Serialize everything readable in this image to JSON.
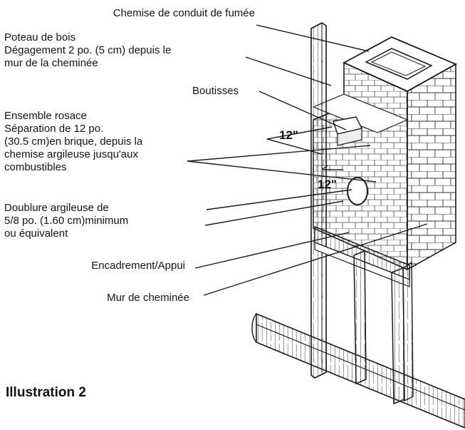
{
  "labels": {
    "flue_liner": "Chemise de conduit de fumée",
    "wood_stud": [
      "Poteau de bois",
      "Dégagement 2 po. (5 cm) depuis le",
      "mur de la cheminée"
    ],
    "headers": "Boutisses",
    "thimble": [
      "Ensemble rosace",
      "Séparation de 12 po.",
      "(30.5 cm)en brique, depuis la",
      "chemise argileuse jusqu'aux",
      "combustibles"
    ],
    "clay_liner": [
      "Doublure argileuse de",
      "5/8 po. (1.60 cm)minimum",
      "ou équivalent"
    ],
    "framing": "Encadrement/Appui",
    "chimney_wall": "Mur de cheminée"
  },
  "dimensions": {
    "clearance_a": "12\"",
    "clearance_b": "12\""
  },
  "caption": "Illustration 2",
  "colors": {
    "ink": "#1a1a1a",
    "paper": "#ffffff"
  }
}
